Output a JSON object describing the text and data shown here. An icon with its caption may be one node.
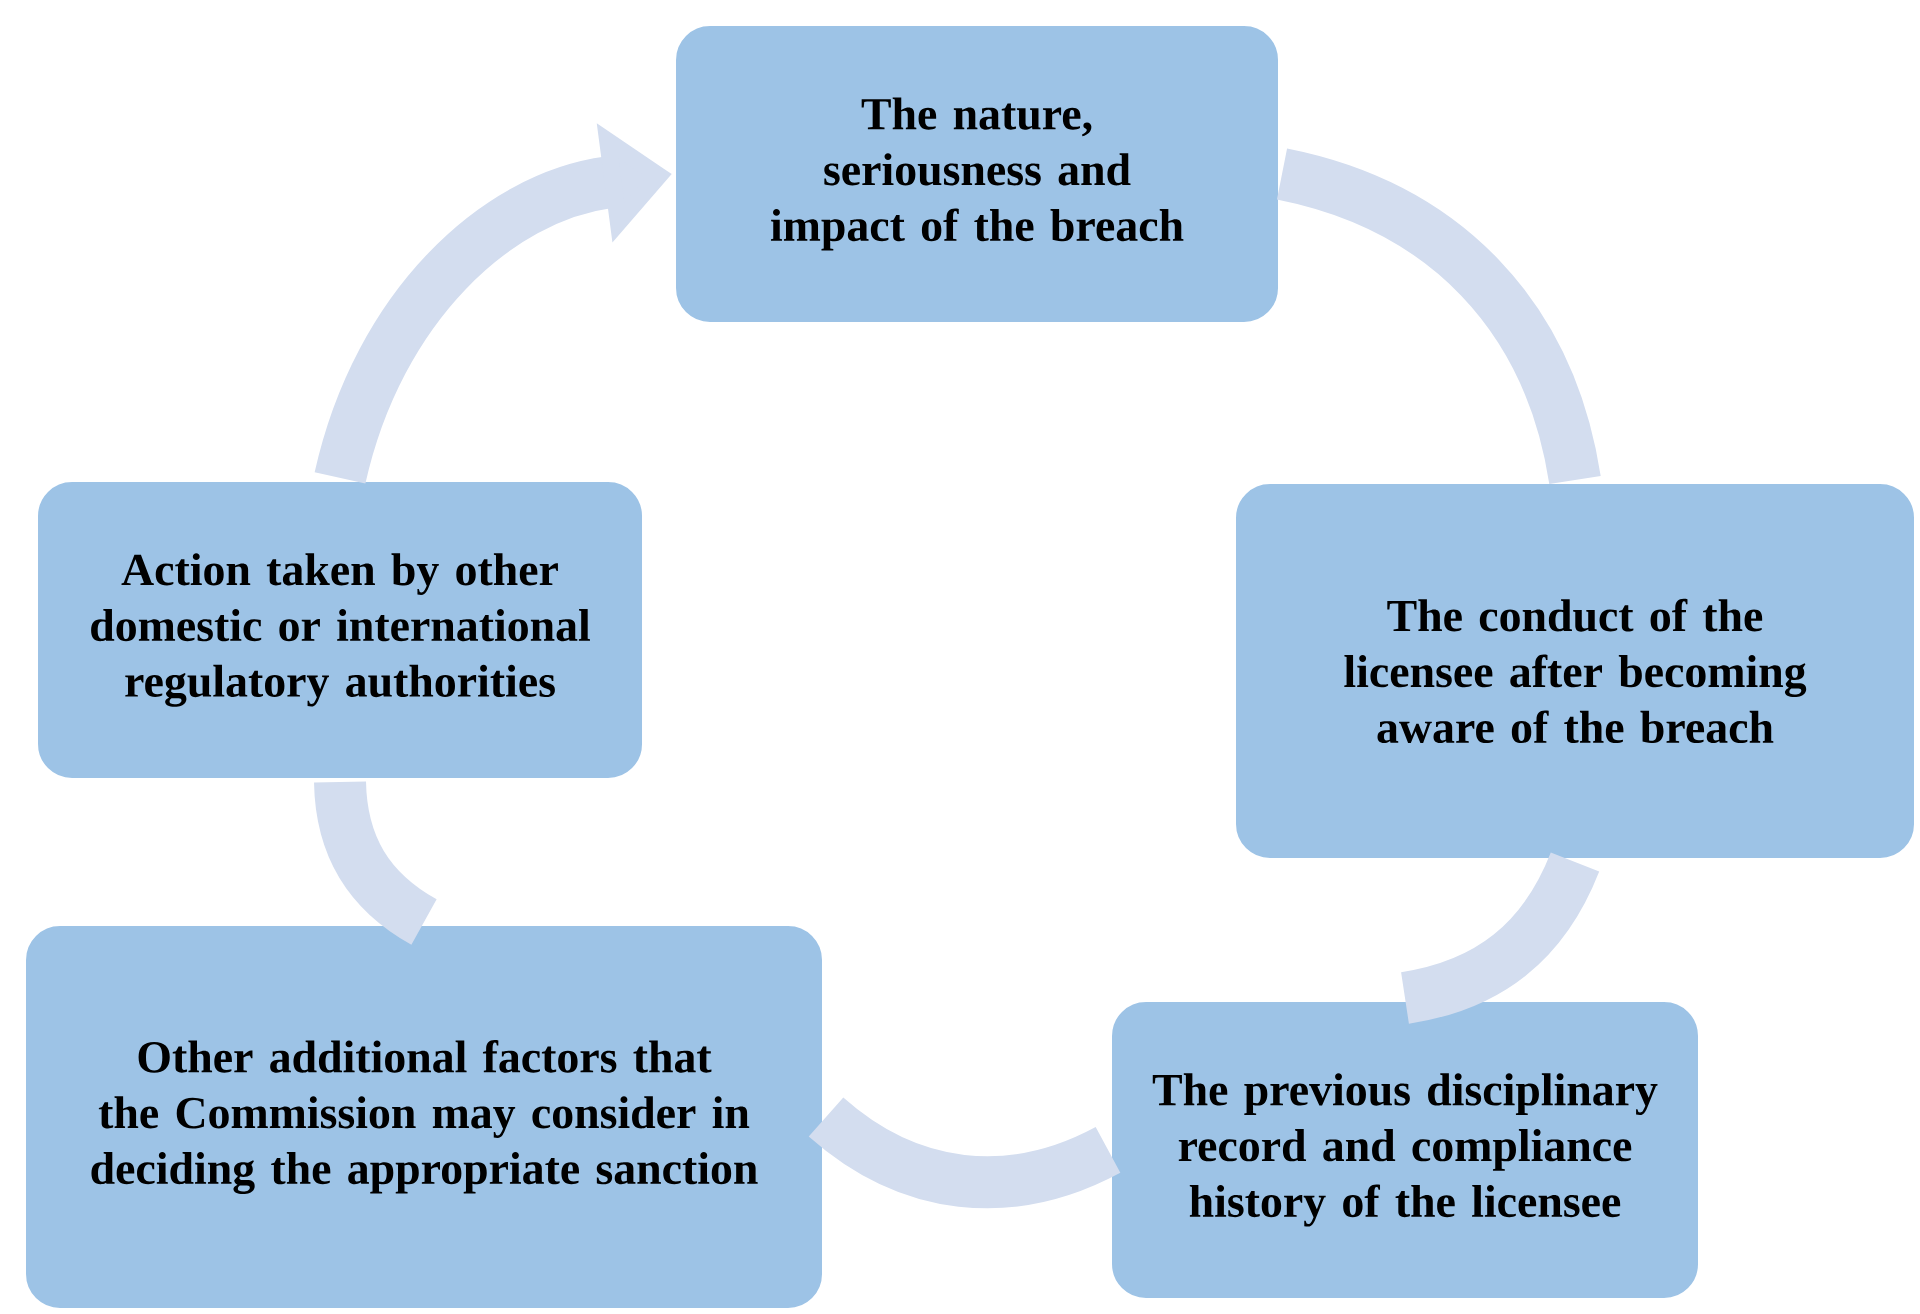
{
  "diagram": {
    "nodes": [
      {
        "text": [
          "The nature, seriousness and impact of the breach"
        ]
      },
      {
        "text": [
          "The conduct of the licensee after becoming aware of the breach"
        ]
      },
      {
        "text": [
          "The previous disciplinary record and compliance history of the licensee"
        ]
      },
      {
        "text": [
          "Other additional factors that the Commission may consider in deciding the appropriate sanction"
        ]
      },
      {
        "text": [
          "Action taken by other domestic or international regulatory authorities"
        ]
      }
    ],
    "edges": [
      {
        "from": 0,
        "to": 1,
        "arrow": "none"
      },
      {
        "from": 1,
        "to": 2,
        "arrow": "none"
      },
      {
        "from": 2,
        "to": 3,
        "arrow": "none"
      },
      {
        "from": 3,
        "to": 4,
        "arrow": "none"
      },
      {
        "from": 4,
        "to": 0,
        "arrow": "to"
      }
    ]
  }
}
